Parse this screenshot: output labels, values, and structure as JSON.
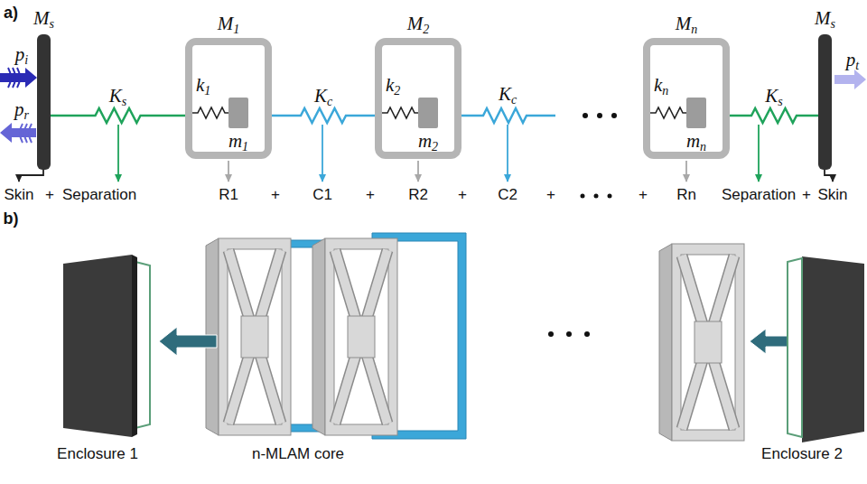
{
  "diagram": {
    "nodes": [
      {
        "text": [
          "Ms"
        ]
      },
      {
        "text": [
          "M1",
          "k1",
          "m1"
        ]
      },
      {
        "text": [
          "M2",
          "k2",
          "m2"
        ]
      },
      {
        "text": [
          "Mn",
          "kn",
          "mn"
        ]
      },
      {
        "text": [
          "Ms"
        ]
      }
    ],
    "edges": [
      {
        "from": 0,
        "to": 1,
        "label": "Ks",
        "arrow": "none"
      },
      {
        "from": 1,
        "to": 2,
        "label": "Kc",
        "arrow": "none"
      },
      {
        "from": 3,
        "to": 4,
        "label": "Ks",
        "arrow": "none"
      }
    ],
    "labels": [
      "a)",
      "pi",
      "pr",
      "pt",
      "Kc",
      "Skin",
      "+",
      "Separation",
      "R1",
      "+",
      "C1",
      "+",
      "R2",
      "+",
      "C2",
      "+",
      "+",
      "Rn",
      "Separation",
      "+",
      "Skin",
      "b)",
      "Enclosure 1",
      "n-MLAM core",
      "Enclosure 2"
    ]
  }
}
